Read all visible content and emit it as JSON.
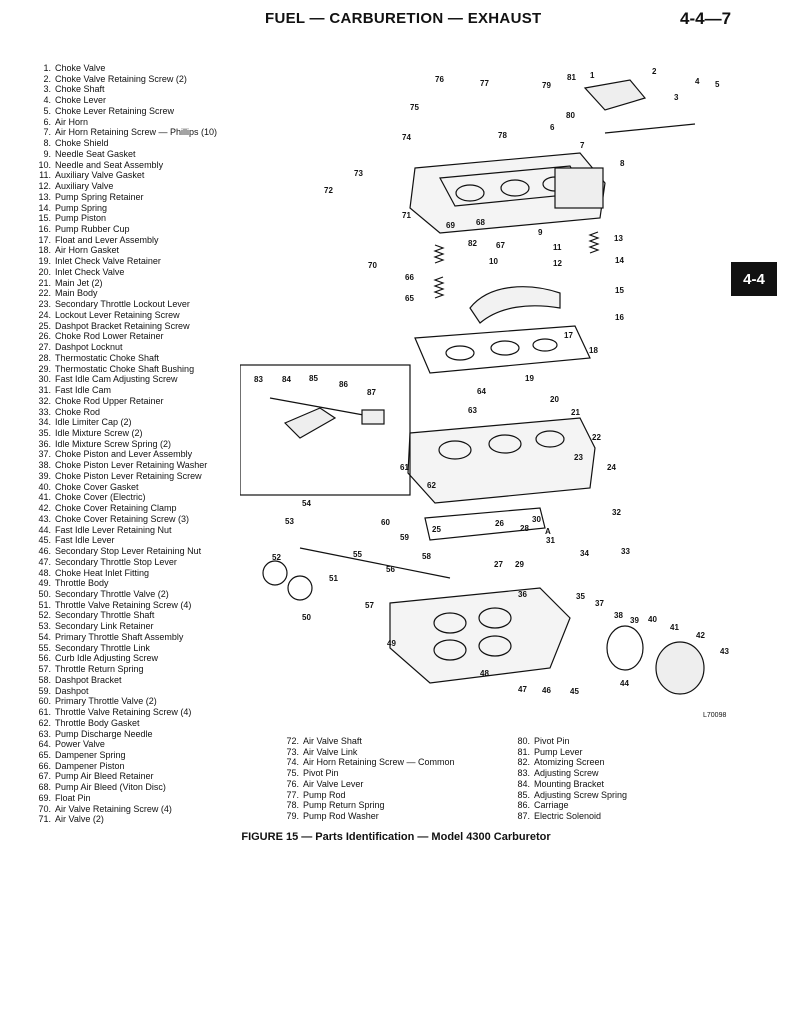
{
  "header": {
    "title": "FUEL — CARBURETION — EXHAUST",
    "page_number": "4-4—7"
  },
  "side_tab": "4-4",
  "figure_id": "L70098",
  "caption": "FIGURE 15 — Parts Identification — Model 4300 Carburetor",
  "parts_left": [
    {
      "n": "1.",
      "label": "Choke Valve"
    },
    {
      "n": "2.",
      "label": "Choke Valve Retaining Screw (2)"
    },
    {
      "n": "3.",
      "label": "Choke Shaft"
    },
    {
      "n": "4.",
      "label": "Choke Lever"
    },
    {
      "n": "5.",
      "label": "Choke Lever Retaining Screw"
    },
    {
      "n": "6.",
      "label": "Air Horn"
    },
    {
      "n": "7.",
      "label": "Air Horn Retaining Screw — Phillips (10)"
    },
    {
      "n": "8.",
      "label": "Choke Shield"
    },
    {
      "n": "9.",
      "label": "Needle Seat Gasket"
    },
    {
      "n": "10.",
      "label": "Needle and Seat Assembly"
    },
    {
      "n": "11.",
      "label": "Auxiliary Valve Gasket"
    },
    {
      "n": "12.",
      "label": "Auxiliary Valve"
    },
    {
      "n": "13.",
      "label": "Pump Spring Retainer"
    },
    {
      "n": "14.",
      "label": "Pump Spring"
    },
    {
      "n": "15.",
      "label": "Pump Piston"
    },
    {
      "n": "16.",
      "label": "Pump Rubber Cup"
    },
    {
      "n": "17.",
      "label": "Float and Lever Assembly"
    },
    {
      "n": "18.",
      "label": "Air Horn Gasket"
    },
    {
      "n": "19.",
      "label": "Inlet Check Valve Retainer"
    },
    {
      "n": "20.",
      "label": "Inlet Check Valve"
    },
    {
      "n": "21.",
      "label": "Main Jet (2)"
    },
    {
      "n": "22.",
      "label": "Main Body"
    },
    {
      "n": "23.",
      "label": "Secondary Throttle Lockout Lever"
    },
    {
      "n": "24.",
      "label": "Lockout Lever Retaining Screw"
    },
    {
      "n": "25.",
      "label": "Dashpot Bracket Retaining Screw"
    },
    {
      "n": "26.",
      "label": "Choke Rod Lower Retainer"
    },
    {
      "n": "27.",
      "label": "Dashpot Locknut"
    },
    {
      "n": "28.",
      "label": "Thermostatic Choke Shaft"
    },
    {
      "n": "29.",
      "label": "Thermostatic Choke Shaft Bushing"
    },
    {
      "n": "30.",
      "label": "Fast Idle Cam Adjusting Screw"
    },
    {
      "n": "31.",
      "label": "Fast Idle Cam"
    },
    {
      "n": "32.",
      "label": "Choke Rod Upper Retainer"
    },
    {
      "n": "33.",
      "label": "Choke Rod"
    },
    {
      "n": "34.",
      "label": "Idle Limiter Cap (2)"
    },
    {
      "n": "35.",
      "label": "Idle Mixture Screw (2)"
    },
    {
      "n": "36.",
      "label": "Idle Mixture Screw Spring (2)"
    },
    {
      "n": "37.",
      "label": "Choke Piston and Lever Assembly"
    },
    {
      "n": "38.",
      "label": "Choke Piston Lever Retaining Washer"
    },
    {
      "n": "39.",
      "label": "Choke Piston Lever Retaining Screw"
    },
    {
      "n": "40.",
      "label": "Choke Cover Gasket"
    },
    {
      "n": "41.",
      "label": "Choke Cover (Electric)"
    },
    {
      "n": "42.",
      "label": "Choke Cover Retaining Clamp"
    },
    {
      "n": "43.",
      "label": "Choke Cover Retaining Screw (3)"
    },
    {
      "n": "44.",
      "label": "Fast Idle Lever Retaining Nut"
    },
    {
      "n": "45.",
      "label": "Fast Idle Lever"
    },
    {
      "n": "46.",
      "label": "Secondary Stop Lever Retaining Nut"
    },
    {
      "n": "47.",
      "label": "Secondary Throttle Stop Lever"
    },
    {
      "n": "48.",
      "label": "Choke Heat Inlet Fitting"
    },
    {
      "n": "49.",
      "label": "Throttle Body"
    },
    {
      "n": "50.",
      "label": "Secondary Throttle Valve (2)"
    },
    {
      "n": "51.",
      "label": "Throttle Valve Retaining Screw (4)"
    },
    {
      "n": "52.",
      "label": "Secondary Throttle Shaft"
    },
    {
      "n": "53.",
      "label": "Secondary Link Retainer"
    },
    {
      "n": "54.",
      "label": "Primary Throttle Shaft Assembly"
    },
    {
      "n": "55.",
      "label": "Secondary Throttle Link"
    },
    {
      "n": "56.",
      "label": "Curb Idle Adjusting Screw"
    },
    {
      "n": "57.",
      "label": "Throttle Return Spring"
    },
    {
      "n": "58.",
      "label": "Dashpot Bracket"
    },
    {
      "n": "59.",
      "label": "Dashpot"
    },
    {
      "n": "60.",
      "label": "Primary Throttle Valve (2)"
    },
    {
      "n": "61.",
      "label": "Throttle Valve Retaining Screw (4)"
    },
    {
      "n": "62.",
      "label": "Throttle Body Gasket"
    },
    {
      "n": "63.",
      "label": "Pump Discharge Needle"
    },
    {
      "n": "64.",
      "label": "Power Valve"
    },
    {
      "n": "65.",
      "label": "Dampener Spring"
    },
    {
      "n": "66.",
      "label": "Dampener Piston"
    },
    {
      "n": "67.",
      "label": "Pump Air Bleed Retainer"
    },
    {
      "n": "68.",
      "label": "Pump Air Bleed (Viton Disc)"
    },
    {
      "n": "69.",
      "label": "Float Pin"
    },
    {
      "n": "70.",
      "label": "Air Valve Retaining Screw (4)"
    },
    {
      "n": "71.",
      "label": "Air Valve (2)"
    }
  ],
  "parts_mid": [
    {
      "n": "72.",
      "label": "Air Valve Shaft"
    },
    {
      "n": "73.",
      "label": "Air Valve Link"
    },
    {
      "n": "74.",
      "label": "Air Horn Retaining Screw — Common"
    },
    {
      "n": "75.",
      "label": "Pivot Pin"
    },
    {
      "n": "76.",
      "label": "Air Valve Lever"
    },
    {
      "n": "77.",
      "label": "Pump Rod"
    },
    {
      "n": "78.",
      "label": "Pump Return Spring"
    },
    {
      "n": "79.",
      "label": "Pump Rod Washer"
    }
  ],
  "parts_right": [
    {
      "n": "80.",
      "label": "Pivot Pin"
    },
    {
      "n": "81.",
      "label": "Pump Lever"
    },
    {
      "n": "82.",
      "label": "Atomizing Screen"
    },
    {
      "n": "83.",
      "label": "Adjusting Screw"
    },
    {
      "n": "84.",
      "label": "Mounting Bracket"
    },
    {
      "n": "85.",
      "label": "Adjusting Screw Spring"
    },
    {
      "n": "86.",
      "label": "Carriage"
    },
    {
      "n": "87.",
      "label": "Electric Solenoid"
    }
  ],
  "callouts": [
    {
      "t": "76"
    },
    {
      "t": "77"
    },
    {
      "t": "81"
    },
    {
      "t": "1"
    },
    {
      "t": "2"
    },
    {
      "t": "79"
    },
    {
      "t": "80"
    },
    {
      "t": "75"
    },
    {
      "t": "4"
    },
    {
      "t": "5"
    },
    {
      "t": "3"
    },
    {
      "t": "78"
    },
    {
      "t": "6"
    },
    {
      "t": "74"
    },
    {
      "t": "7"
    },
    {
      "t": "8"
    },
    {
      "t": "73"
    },
    {
      "t": "72"
    },
    {
      "t": "71"
    },
    {
      "t": "68"
    },
    {
      "t": "69"
    },
    {
      "t": "9"
    },
    {
      "t": "82"
    },
    {
      "t": "67"
    },
    {
      "t": "11"
    },
    {
      "t": "13"
    },
    {
      "t": "70"
    },
    {
      "t": "10"
    },
    {
      "t": "12"
    },
    {
      "t": "14"
    },
    {
      "t": "66"
    },
    {
      "t": "15"
    },
    {
      "t": "65"
    },
    {
      "t": "16"
    },
    {
      "t": "17"
    },
    {
      "t": "18"
    },
    {
      "t": "83"
    },
    {
      "t": "84"
    },
    {
      "t": "85"
    },
    {
      "t": "86"
    },
    {
      "t": "87"
    },
    {
      "t": "19"
    },
    {
      "t": "64"
    },
    {
      "t": "20"
    },
    {
      "t": "63"
    },
    {
      "t": "21"
    },
    {
      "t": "22"
    },
    {
      "t": "61"
    },
    {
      "t": "23"
    },
    {
      "t": "24"
    },
    {
      "t": "62"
    },
    {
      "t": "54"
    },
    {
      "t": "32"
    },
    {
      "t": "30"
    },
    {
      "t": "A"
    },
    {
      "t": "53"
    },
    {
      "t": "60"
    },
    {
      "t": "26"
    },
    {
      "t": "28"
    },
    {
      "t": "25"
    },
    {
      "t": "31"
    },
    {
      "t": "59"
    },
    {
      "t": "34"
    },
    {
      "t": "33"
    },
    {
      "t": "55"
    },
    {
      "t": "58"
    },
    {
      "t": "27"
    },
    {
      "t": "29"
    },
    {
      "t": "52"
    },
    {
      "t": "56"
    },
    {
      "t": "51"
    },
    {
      "t": "36"
    },
    {
      "t": "35"
    },
    {
      "t": "37"
    },
    {
      "t": "57"
    },
    {
      "t": "38"
    },
    {
      "t": "39"
    },
    {
      "t": "40"
    },
    {
      "t": "41"
    },
    {
      "t": "50"
    },
    {
      "t": "42"
    },
    {
      "t": "49"
    },
    {
      "t": "43"
    },
    {
      "t": "48"
    },
    {
      "t": "44"
    },
    {
      "t": "47"
    },
    {
      "t": "46"
    },
    {
      "t": "45"
    }
  ]
}
